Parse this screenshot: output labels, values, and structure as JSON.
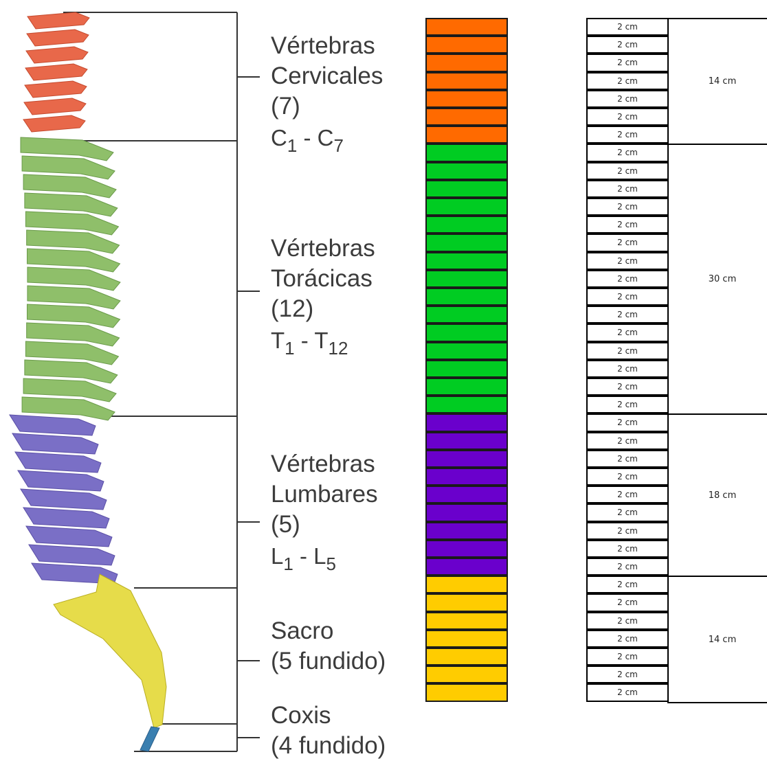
{
  "regions": [
    {
      "key": "cervical",
      "lines": [
        "Vértebras",
        "Cervicales",
        "(7)"
      ],
      "range_a": "C",
      "sub_a": "1",
      "range_sep": " - ",
      "range_b": "C",
      "sub_b": "7",
      "color": "#ff6a00",
      "count": 7,
      "total": "14 cm"
    },
    {
      "key": "thoracic",
      "lines": [
        "Vértebras",
        "Torácicas",
        "(12)"
      ],
      "range_a": "T",
      "sub_a": "1",
      "range_sep": " - ",
      "range_b": "T",
      "sub_b": "12",
      "color": "#00cc22",
      "count": 15,
      "total": "30 cm"
    },
    {
      "key": "lumbar",
      "lines": [
        "Vértebras",
        "Lumbares",
        "(5)"
      ],
      "range_a": "L",
      "sub_a": "1",
      "range_sep": " - ",
      "range_b": "L",
      "sub_b": "5",
      "color": "#6a00cc",
      "count": 9,
      "total": "18 cm"
    },
    {
      "key": "sacrum",
      "lines": [
        "Sacro",
        "(5 fundido)"
      ],
      "color": "#ffcc00",
      "count": 7,
      "total": "14 cm"
    },
    {
      "key": "coccyx",
      "lines": [
        "Coxis",
        "(4 fundido)"
      ]
    }
  ],
  "unit_label": "2 cm",
  "spine_colors": {
    "cervical": "#e8684a",
    "thoracic": "#8fbf6a",
    "lumbar": "#7a6fc6",
    "sacrum": "#e6dc4a",
    "coccyx": "#3a7fb0"
  }
}
